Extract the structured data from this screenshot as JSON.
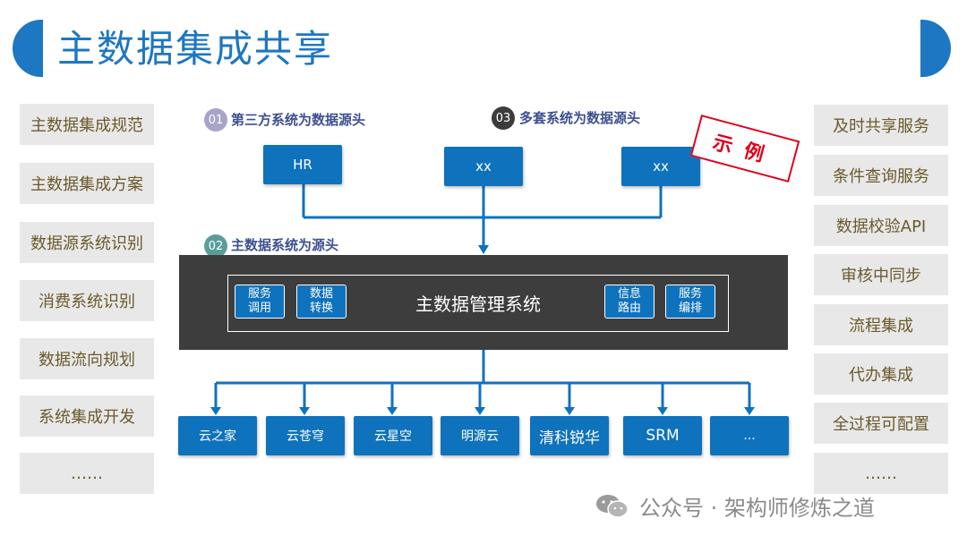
{
  "title": "主数据集成共享",
  "left_items": [
    "主数据集成规范",
    "主数据集成方案",
    "数据源系统识别",
    "消费系统识别",
    "数据流向规划",
    "系统集成开发",
    "……"
  ],
  "right_items": [
    "及时共享服务",
    "条件查询服务",
    "数据校验API",
    "审核中同步",
    "流程集成",
    "代办集成",
    "全过程可配置",
    "……"
  ],
  "sources": [
    {
      "num": "01",
      "label": "第三方系统为数据源头",
      "color": "#a7a4c8"
    },
    {
      "num": "03",
      "label": "多套系统为数据源头",
      "color": "#3c3c3c"
    },
    {
      "num": "02",
      "label": "主数据系统为源头",
      "color": "#5a9e9a"
    }
  ],
  "top_systems": [
    "HR",
    "xx",
    "xx"
  ],
  "mdm": {
    "title": "主数据管理系统",
    "modules": [
      "服务\n调用",
      "数据\n转换",
      "信息\n路由",
      "服务\n编排"
    ]
  },
  "bottom_systems": [
    "云之家",
    "云苍穹",
    "云星空",
    "明源云",
    "清科锐华",
    "SRM",
    "..."
  ],
  "stamp": "示例",
  "watermark": "公众号 · 架构师修炼之道",
  "colors": {
    "accent": "#1d77c2",
    "box": "#0f72bd",
    "panel": "#3d3d3d",
    "stamp": "#e0001a",
    "side_text": "#6b5a2c"
  },
  "icons": {
    "watermark": "wechat-icon"
  }
}
